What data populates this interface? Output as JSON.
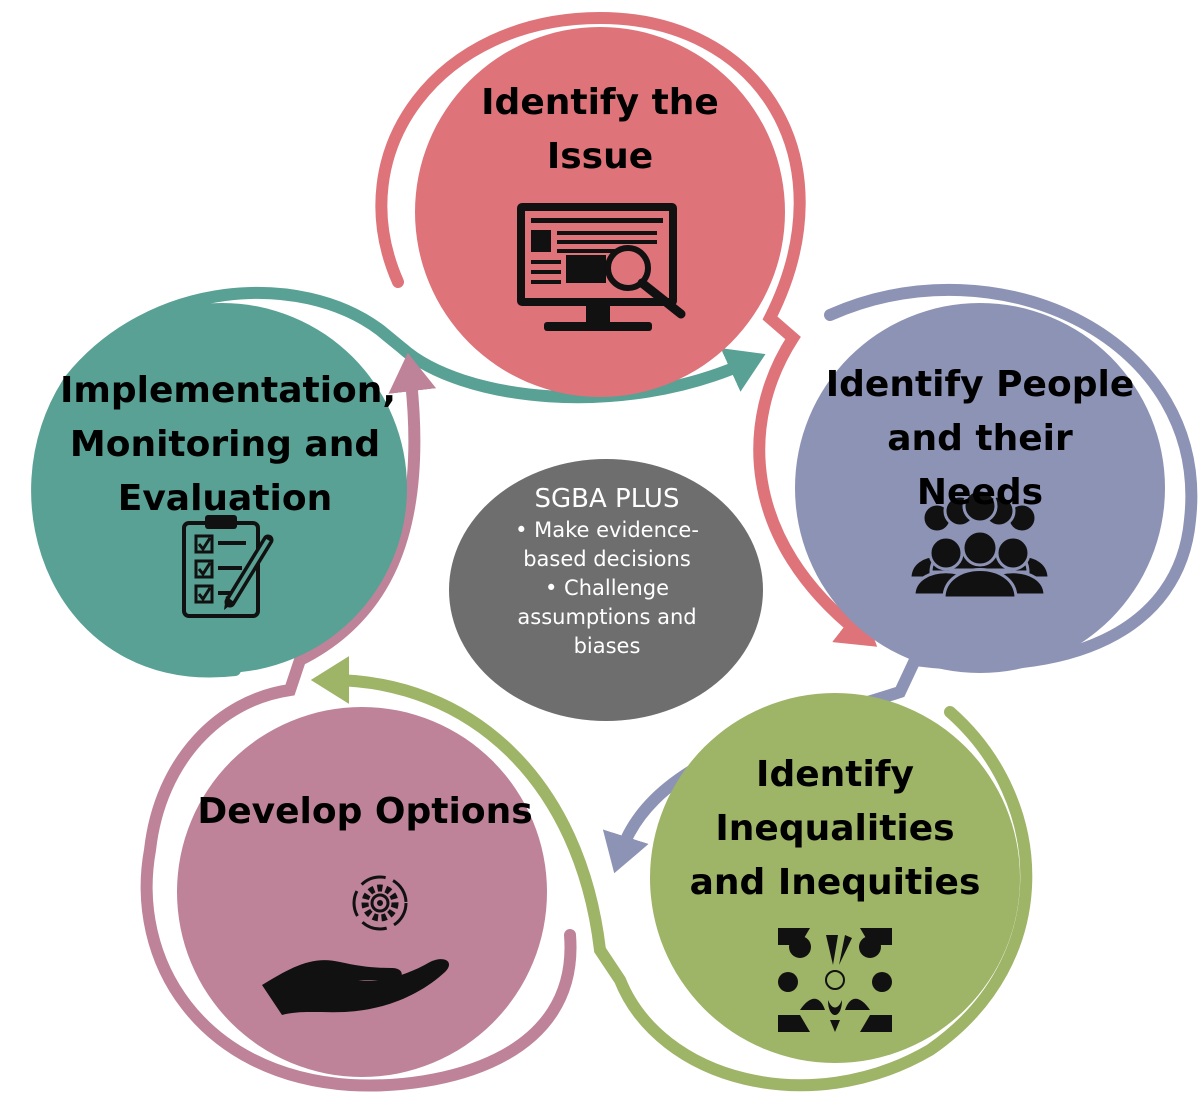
{
  "center": {
    "title": "SGBA PLUS",
    "lines": [
      "• Make evidence-",
      "based decisions",
      "• Challenge",
      "assumptions and",
      "biases"
    ]
  },
  "steps": [
    {
      "lines": [
        "Identify the",
        "Issue"
      ],
      "icon": "monitor-magnifier-icon",
      "color": "#df737a"
    },
    {
      "lines": [
        "Identify People",
        "and their Needs"
      ],
      "icon": "people-group-icon",
      "color": "#8d93b5"
    },
    {
      "lines": [
        "Identify",
        "Inequalities",
        "and Inequities"
      ],
      "icon": "hands-circle-icon",
      "color": "#9eb466"
    },
    {
      "lines": [
        "Develop Options"
      ],
      "icon": "hand-gear-icon",
      "color": "#be8399"
    },
    {
      "lines": [
        "Implementation,",
        "Monitoring and",
        "Evaluation"
      ],
      "icon": "clipboard-checklist-icon",
      "color": "#58a194"
    }
  ],
  "colors": {
    "center": "#6e6e6e"
  }
}
